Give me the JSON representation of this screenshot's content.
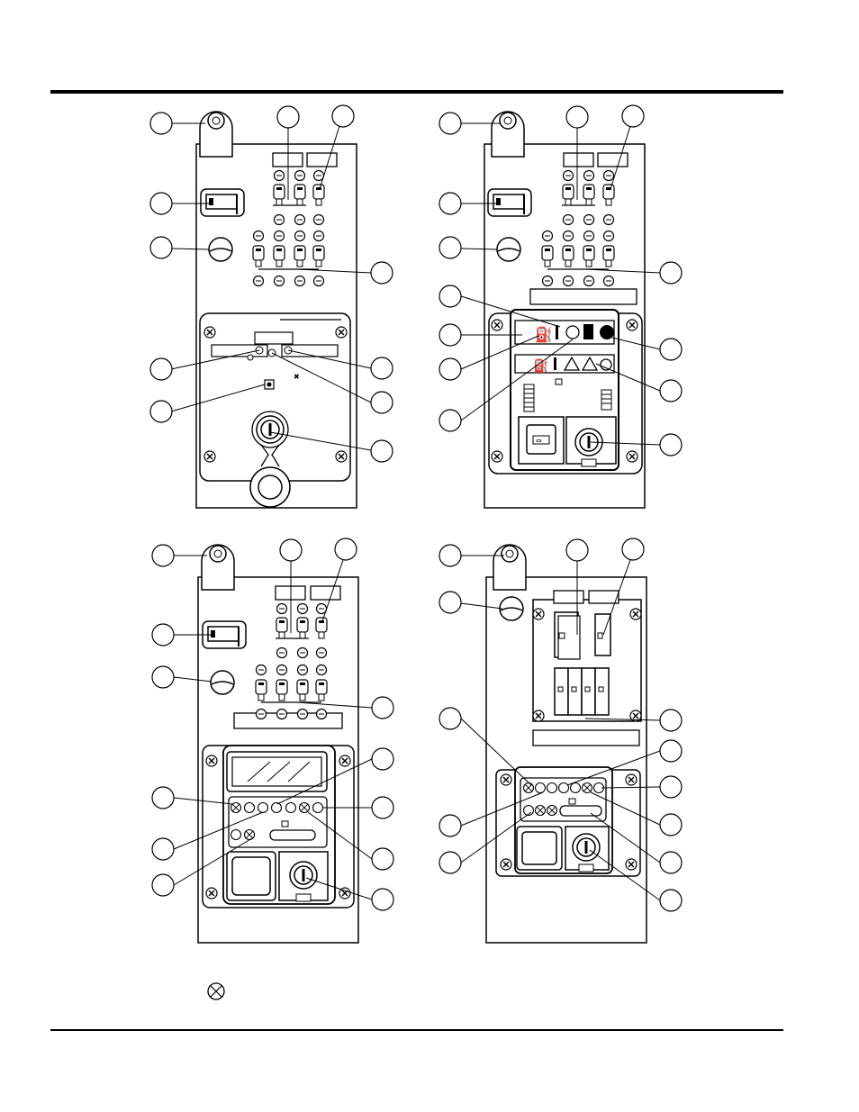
{
  "figure": {
    "panels": [
      {
        "id": "panel-1",
        "variant": "cover-panel"
      },
      {
        "id": "panel-2",
        "variant": "indicator-panel"
      },
      {
        "id": "panel-3",
        "variant": "led-panel"
      },
      {
        "id": "panel-4",
        "variant": "breaker-panel"
      }
    ],
    "callout_numbers": [],
    "legend_symbol": "crossed-circle-icon",
    "colors": {
      "ink": "#000000",
      "paper": "#ffffff"
    }
  }
}
